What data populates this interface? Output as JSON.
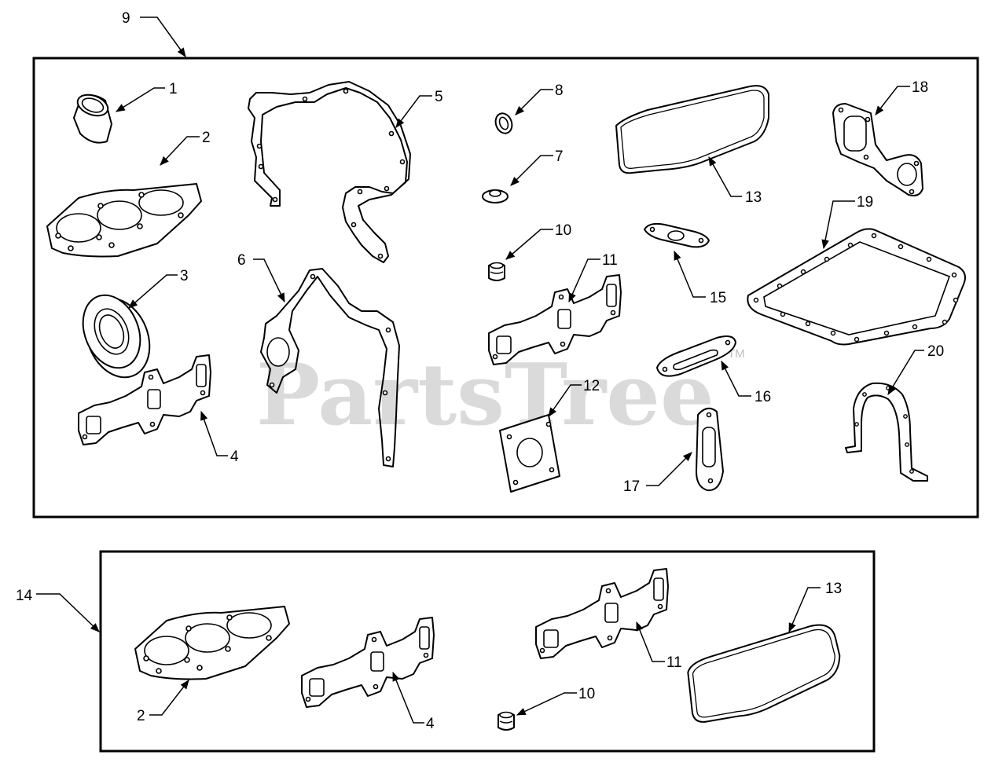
{
  "watermark": {
    "text": "PartsTree",
    "trademark": "TM"
  },
  "kit_labels": {
    "main_kit": "9",
    "secondary_kit": "14"
  },
  "part_labels": {
    "p1": "1",
    "p2": "2",
    "p3": "3",
    "p4": "4",
    "p5": "5",
    "p6": "6",
    "p7": "7",
    "p8": "8",
    "p10": "10",
    "p11": "11",
    "p12": "12",
    "p13": "13",
    "p15": "15",
    "p16": "16",
    "p17": "17",
    "p18": "18",
    "p19": "19",
    "p20": "20"
  },
  "kit14_labels": {
    "p2": "2",
    "p4": "4",
    "p10": "10",
    "p11": "11",
    "p13": "13"
  },
  "colors": {
    "line": "#000000",
    "watermark": "#bdbdbd",
    "background": "#ffffff"
  }
}
